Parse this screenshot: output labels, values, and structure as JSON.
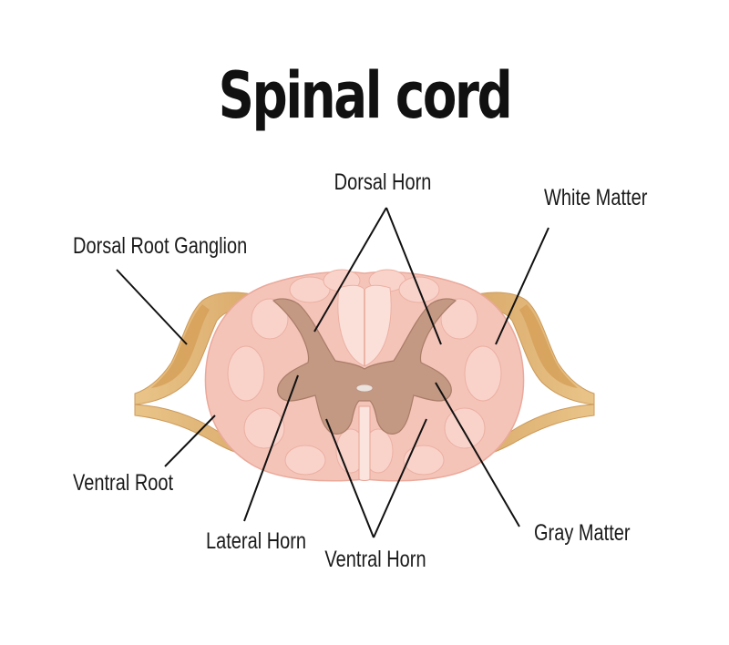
{
  "title": "Spinal cord",
  "labels": {
    "dorsal_horn": "Dorsal Horn",
    "white_matter": "White Matter",
    "dorsal_root_ganglion": "Dorsal Root Ganglion",
    "ventral_root": "Ventral Root",
    "lateral_horn": "Lateral Horn",
    "ventral_horn": "Ventral Horn",
    "gray_matter": "Gray Matter"
  },
  "colors": {
    "white_matter": "#f6c7bd",
    "white_matter_light": "#fbdcd4",
    "gray_matter": "#c49a85",
    "nerve_root": "#e8bf85",
    "ganglion": "#d9a35a",
    "canal": "#e8ded8",
    "leader_line": "#111111"
  }
}
